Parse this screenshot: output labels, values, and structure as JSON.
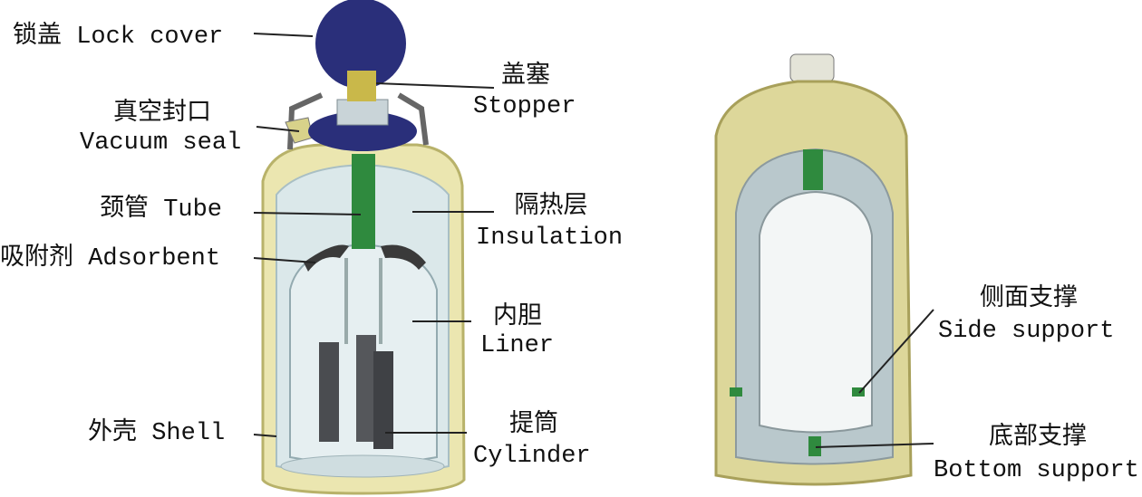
{
  "labels": {
    "lock_cover": "锁盖 Lock cover",
    "stopper_cn": "盖塞",
    "stopper_en": "Stopper",
    "vacuum_seal_cn": "真空封口",
    "vacuum_seal_en": "Vacuum seal",
    "tube": "颈管 Tube",
    "insulation_cn": "隔热层",
    "insulation_en": "Insulation",
    "adsorbent": "吸附剂 Adsorbent",
    "liner_cn": "内胆",
    "liner_en": "Liner",
    "shell": "外壳 Shell",
    "cylinder_cn": "提筒",
    "cylinder_en": "Cylinder",
    "side_support_cn": "侧面支撑",
    "side_support_en": "Side support",
    "bottom_support_cn": "底部支撑",
    "bottom_support_en": "Bottom support"
  },
  "colors": {
    "shell": "#e9e4a8",
    "shell_dark": "#b9b36a",
    "lid": "#2a2f7a",
    "tube": "#2f8a3e",
    "glass": "#d8e6ea",
    "cylinder": "#4a4c50"
  }
}
